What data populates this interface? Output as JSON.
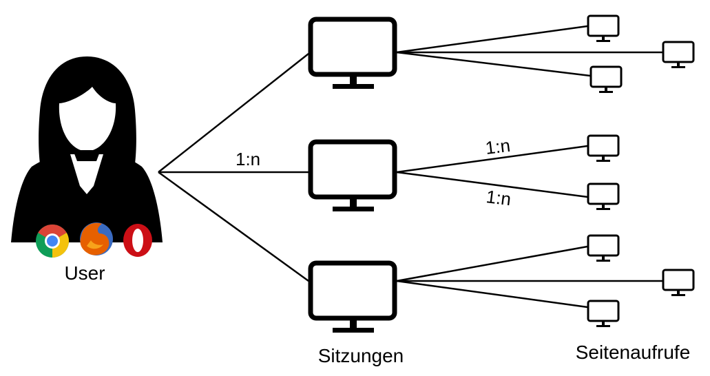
{
  "labels": {
    "user": "User",
    "sessions": "Sitzungen",
    "pageviews": "Seitenaufrufe",
    "ratio_user_session": "1:n",
    "ratio_session_page_1": "1:n",
    "ratio_session_page_2": "1:n"
  },
  "icons": {
    "user": "user-silhouette-icon",
    "session": "monitor-icon",
    "pageview": "monitor-icon",
    "browsers": [
      "chrome-icon",
      "firefox-icon",
      "opera-icon"
    ]
  },
  "structure": {
    "sessions": 3,
    "pageviews_per_session": [
      3,
      2,
      3
    ]
  },
  "colors": {
    "line": "#000000",
    "chrome_red": "#db4437",
    "chrome_yellow": "#f4c20d",
    "chrome_green": "#0f9d58",
    "chrome_blue": "#4285f4",
    "firefox_orange": "#e66000",
    "firefox_blue": "#3a6bc1",
    "opera_red": "#cc0f16"
  }
}
